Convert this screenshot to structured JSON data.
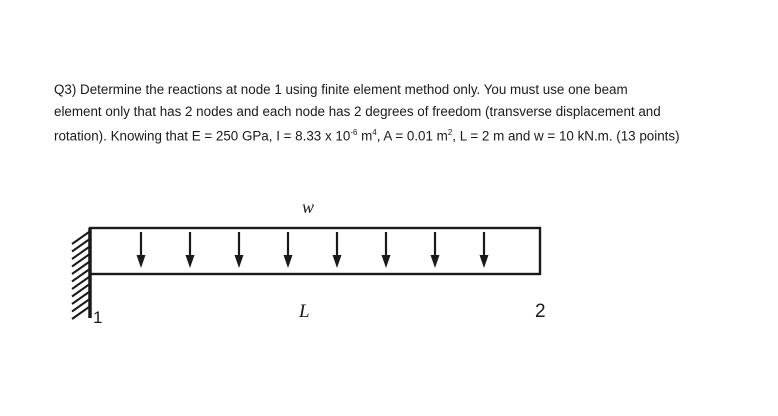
{
  "question": {
    "line1_pre": "Q3) Determine the reactions at node 1 using finite element method only. You must use one beam",
    "line2": "element only that has 2 nodes and each node has 2 degrees of freedom (transverse displacement and",
    "line3_a": "rotation).  Knowing that E = 250 GPa, I = 8.33 x 10",
    "line3_exp1": "-6",
    "line3_b": " m",
    "line3_exp2": "4",
    "line3_c": ", A = 0.01 m",
    "line3_exp3": "2",
    "line3_d": ", L = 2 m and w = 10 kN.m. (13 points)"
  },
  "figure": {
    "load_label": "w",
    "length_label": "L",
    "node1_label": "1",
    "node2_label": "2",
    "arrow_count": 8
  }
}
